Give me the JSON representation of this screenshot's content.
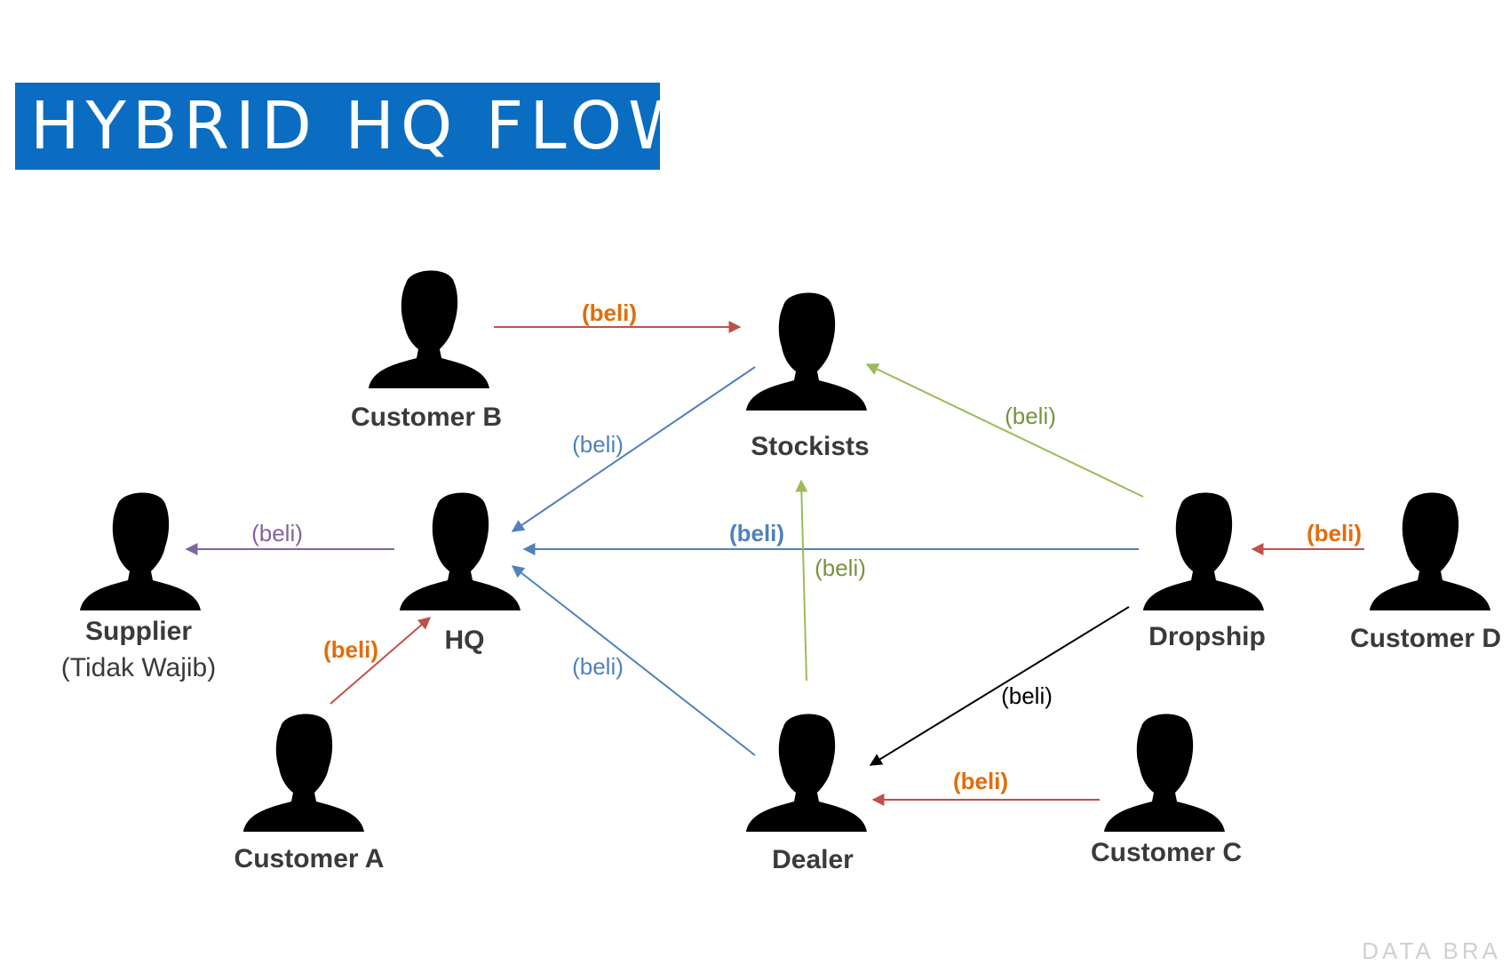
{
  "title": "HYBRID HQ FLOW",
  "watermark": "DATA BRA",
  "nodes": [
    {
      "id": "customer_b",
      "label": "Customer B"
    },
    {
      "id": "stockists",
      "label": "Stockists"
    },
    {
      "id": "supplier",
      "label": "Supplier",
      "sublabel": "(Tidak Wajib)"
    },
    {
      "id": "hq",
      "label": "HQ"
    },
    {
      "id": "dropship",
      "label": "Dropship"
    },
    {
      "id": "customer_d",
      "label": "Customer D"
    },
    {
      "id": "customer_a",
      "label": "Customer A"
    },
    {
      "id": "dealer",
      "label": "Dealer"
    },
    {
      "id": "customer_c",
      "label": "Customer C"
    }
  ],
  "edges": [
    {
      "from": "customer_b",
      "to": "stockists",
      "label": "(beli)",
      "color": "#c0504d",
      "label_color": "#e36c0a",
      "bold": true
    },
    {
      "from": "stockists",
      "to": "hq",
      "label": "(beli)",
      "color": "#4f81bd",
      "label_color": "#4f81bd",
      "bold": false
    },
    {
      "from": "dropship",
      "to": "stockists",
      "label": "(beli)",
      "color": "#9bbb59",
      "label_color": "#77933c",
      "bold": false
    },
    {
      "from": "hq",
      "to": "supplier",
      "label": "(beli)",
      "color": "#8064a2",
      "label_color": "#8064a2",
      "bold": false
    },
    {
      "from": "dropship",
      "to": "hq",
      "label": "(beli)",
      "color": "#4f81bd",
      "label_color": "#4f81bd",
      "bold": true
    },
    {
      "from": "customer_d",
      "to": "dropship",
      "label": "(beli)",
      "color": "#c0504d",
      "label_color": "#e36c0a",
      "bold": true
    },
    {
      "from": "dealer",
      "to": "stockists",
      "label": "(beli)",
      "color": "#9bbb59",
      "label_color": "#77933c",
      "bold": false
    },
    {
      "from": "customer_a",
      "to": "hq",
      "label": "(beli)",
      "color": "#c0504d",
      "label_color": "#e36c0a",
      "bold": true
    },
    {
      "from": "dealer",
      "to": "hq",
      "label": "(beli)",
      "color": "#4f81bd",
      "label_color": "#4f81bd",
      "bold": false
    },
    {
      "from": "dropship",
      "to": "dealer",
      "label": "(beli)",
      "color": "#000000",
      "label_color": "#000000",
      "bold": false
    },
    {
      "from": "customer_c",
      "to": "dealer",
      "label": "(beli)",
      "color": "#c0504d",
      "label_color": "#e36c0a",
      "bold": true
    }
  ]
}
